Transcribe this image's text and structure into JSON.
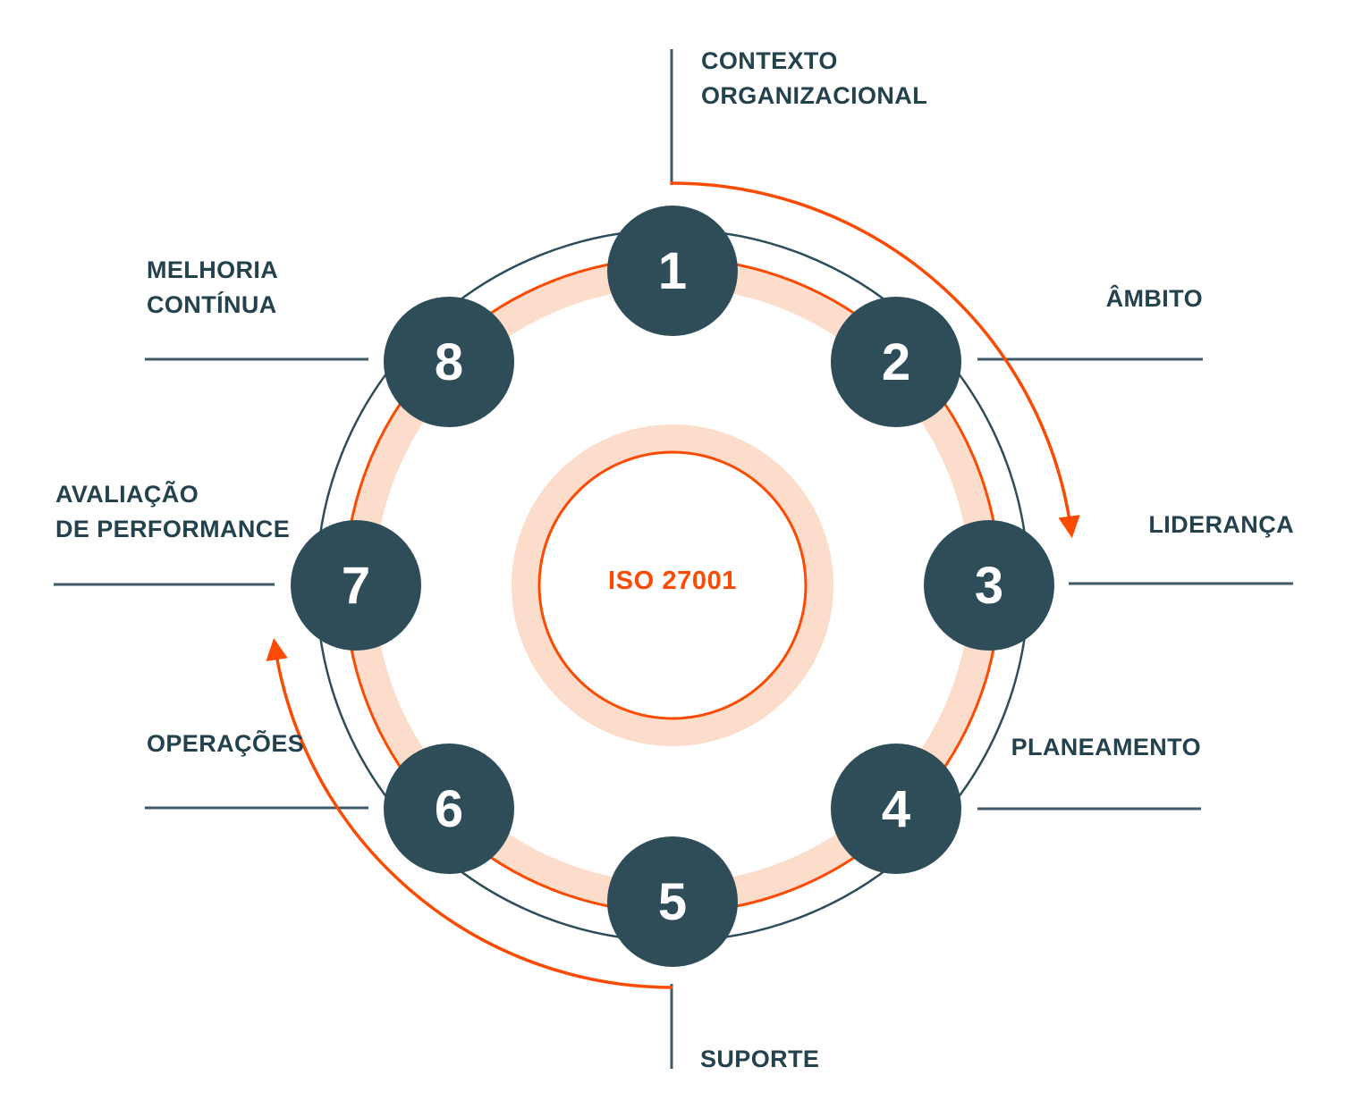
{
  "diagram": {
    "center_label": "ISO 27001",
    "steps": [
      {
        "number": "1",
        "label": "CONTEXTO\nORGANIZACIONAL"
      },
      {
        "number": "2",
        "label": "ÂMBITO"
      },
      {
        "number": "3",
        "label": "LIDERANÇA"
      },
      {
        "number": "4",
        "label": "PLANEAMENTO"
      },
      {
        "number": "5",
        "label": "SUPORTE"
      },
      {
        "number": "6",
        "label": "OPERAÇÕES"
      },
      {
        "number": "7",
        "label": "AVALIAÇÃO\nDE PERFORMANCE"
      },
      {
        "number": "8",
        "label": "MELHORIA\nCONTÍNUA"
      }
    ],
    "colors": {
      "node_fill": "#2e4d59",
      "label_text": "#24424e",
      "line": "#3d5a66",
      "accent_orange": "#fb4a02",
      "peach": "#fcdcca",
      "number_text": "#ffffff"
    }
  }
}
